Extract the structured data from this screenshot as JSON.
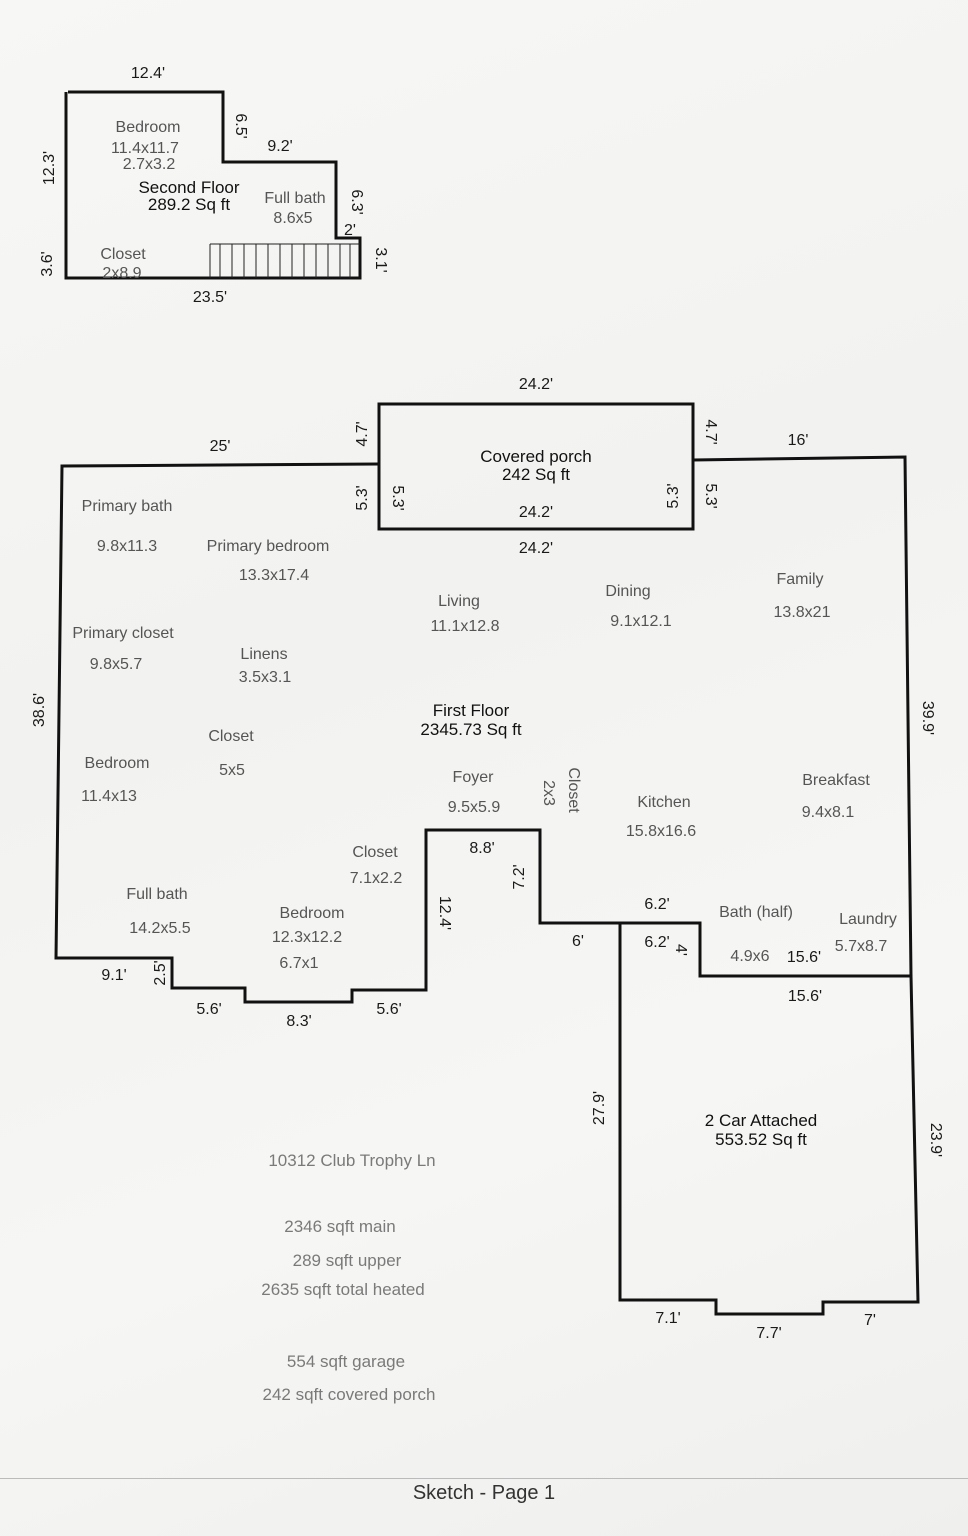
{
  "second_floor": {
    "bedroom_label": "Bedroom",
    "bedroom_dims": "11.4x11.7",
    "bedroom_dims_2": "2.7x3.2",
    "title": "Second Floor",
    "area": "289.2 Sq ft",
    "full_bath_label": "Full bath",
    "full_bath_dims": "8.6x5",
    "closet_label": "Closet",
    "closet_dims": "2x8.9",
    "dims": {
      "top": "12.4'",
      "left_upper": "12.3'",
      "left_lower": "3.6'",
      "notch_vertical": "6.5'",
      "notch_horizontal": "9.2'",
      "right_upper": "6.3'",
      "right_step": "2'",
      "right_lower": "3.1'",
      "bottom": "23.5'"
    }
  },
  "first_floor": {
    "title": "First Floor",
    "area": "2345.73 Sq ft",
    "rooms": {
      "primary_bath": "Primary bath",
      "primary_bath_dims": "9.8x11.3",
      "primary_bedroom": "Primary bedroom",
      "primary_bedroom_dims": "13.3x17.4",
      "primary_closet": "Primary closet",
      "primary_closet_dims": "9.8x5.7",
      "linens": "Linens",
      "linens_dims": "3.5x3.1",
      "closet_a": "Closet",
      "closet_a_dims": "5x5",
      "bedroom_a": "Bedroom",
      "bedroom_a_dims": "11.4x13",
      "living": "Living",
      "living_dims": "11.1x12.8",
      "dining": "Dining",
      "dining_dims": "9.1x12.1",
      "family": "Family",
      "family_dims": "13.8x21",
      "foyer": "Foyer",
      "foyer_dims": "9.5x5.9",
      "closet_b": "Closet",
      "closet_b_dims": "2x3",
      "kitchen": "Kitchen",
      "kitchen_dims": "15.8x16.6",
      "breakfast": "Breakfast",
      "breakfast_dims": "9.4x8.1",
      "closet_c": "Closet",
      "closet_c_dims": "7.1x2.2",
      "full_bath": "Full bath",
      "full_bath_dims": "14.2x5.5",
      "bedroom_b": "Bedroom",
      "bedroom_b_dims": "12.3x12.2",
      "bedroom_b_dims_2": "6.7x1",
      "bath_half": "Bath (half)",
      "bath_half_dims": "4.9x6",
      "laundry": "Laundry",
      "laundry_dims": "5.7x8.7"
    },
    "dims": {
      "top_left": "25'",
      "left": "38.6'",
      "right": "39.9'",
      "top_right": "16'",
      "bottom_left": "9.1'",
      "step_a": "2.5'",
      "bottom_b": "5.6'",
      "bottom_c": "8.3'",
      "bottom_d": "5.6'",
      "foyer_vertical": "12.4'",
      "foyer_top": "8.8'",
      "foyer_right": "7.2'",
      "kitchen_bottom": "6'",
      "bath_top": "6.2'",
      "bath_left": "6.2'",
      "bath_step": "4'",
      "bath_bottom_inner": "15.6'",
      "bath_bottom": "15.6'"
    }
  },
  "porch": {
    "title": "Covered porch",
    "area": "242 Sq ft",
    "dims": {
      "top": "24.2'",
      "inner_bottom": "24.2'",
      "bottom": "24.2'",
      "left_outer_upper": "4.7'",
      "left_outer_lower": "5.3'",
      "left_inner": "5.3'",
      "right_inner": "5.3'",
      "right_outer_upper": "4.7'",
      "right_outer_lower": "5.3'"
    }
  },
  "garage": {
    "title": "2 Car Attached",
    "area": "553.52 Sq ft",
    "dims": {
      "left": "27.9'",
      "right": "23.9'",
      "bottom_left": "7.1'",
      "bottom_mid": "7.7'",
      "bottom_right": "7'"
    }
  },
  "notes": {
    "address": "10312 Club Trophy Ln",
    "main": "2346 sqft main",
    "upper": "289 sqft upper",
    "total": "2635 sqft total heated",
    "garage": "554 sqft garage",
    "porch": "242 sqft covered porch"
  },
  "footer": "Sketch - Page 1"
}
